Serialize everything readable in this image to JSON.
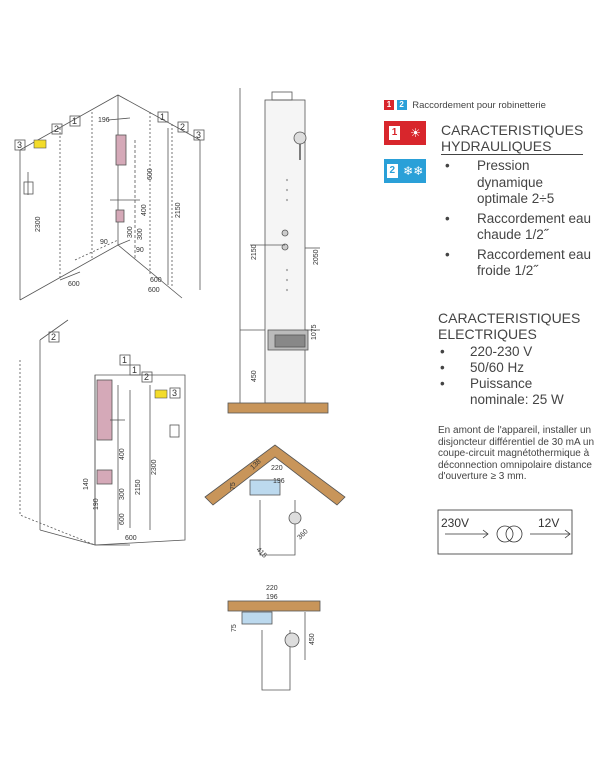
{
  "legend": {
    "num1": "1",
    "num2": "2",
    "text": "Raccordement pour robinetterie"
  },
  "hydraulic": {
    "badge1_num": "1",
    "badge1_icon": "☀",
    "badge2_num": "2",
    "badge2_icon": "❄❄",
    "title_l1": "CARACTERISTIQUES",
    "title_l2": "HYDRAULIQUES",
    "items": [
      "Pression dynamique optimale 2÷5",
      "Raccordement eau chaude 1/2˝",
      "Raccordement eau froide 1/2˝"
    ]
  },
  "electrical": {
    "title_l1": "CARACTERISTIQUES",
    "title_l2": "ELECTRIQUES",
    "items": [
      "220-230 V",
      "50/60 Hz",
      "Puissance nominale: 25 W"
    ],
    "note": "En amont de l'appareil, installer un disjoncteur différentiel de 30 mA un coupe-circuit magnétothermique à déconnection omnipolaire distance d'ouverture ≥ 3 mm.",
    "transformer_in": "230V",
    "transformer_out": "12V"
  },
  "diagram_top_left": {
    "tags": [
      "3",
      "2",
      "1",
      "1",
      "2",
      "3"
    ],
    "dims": [
      "196",
      "600",
      "400",
      "90",
      "300",
      "300",
      "600",
      "2150",
      "2300",
      "90",
      "600",
      "600"
    ]
  },
  "diagram_bottom_left": {
    "tags": [
      "2",
      "1",
      "3",
      "2",
      "1"
    ],
    "dims": [
      "400",
      "300",
      "600",
      "140",
      "190",
      "2150",
      "2300",
      "600"
    ]
  },
  "diagram_panel": {
    "dims": [
      "2150",
      "2050",
      "1075",
      "450"
    ]
  },
  "diagram_plan_corner": {
    "dims": [
      "138",
      "220",
      "196",
      "75",
      "415",
      "360"
    ]
  },
  "diagram_plan_wall": {
    "dims": [
      "220",
      "196",
      "75",
      "450"
    ]
  },
  "colors": {
    "accent_red": "#d8262c",
    "accent_blue": "#2aa0d8",
    "wood": "#c8955a",
    "panel_pink": "#d5a9b8"
  }
}
